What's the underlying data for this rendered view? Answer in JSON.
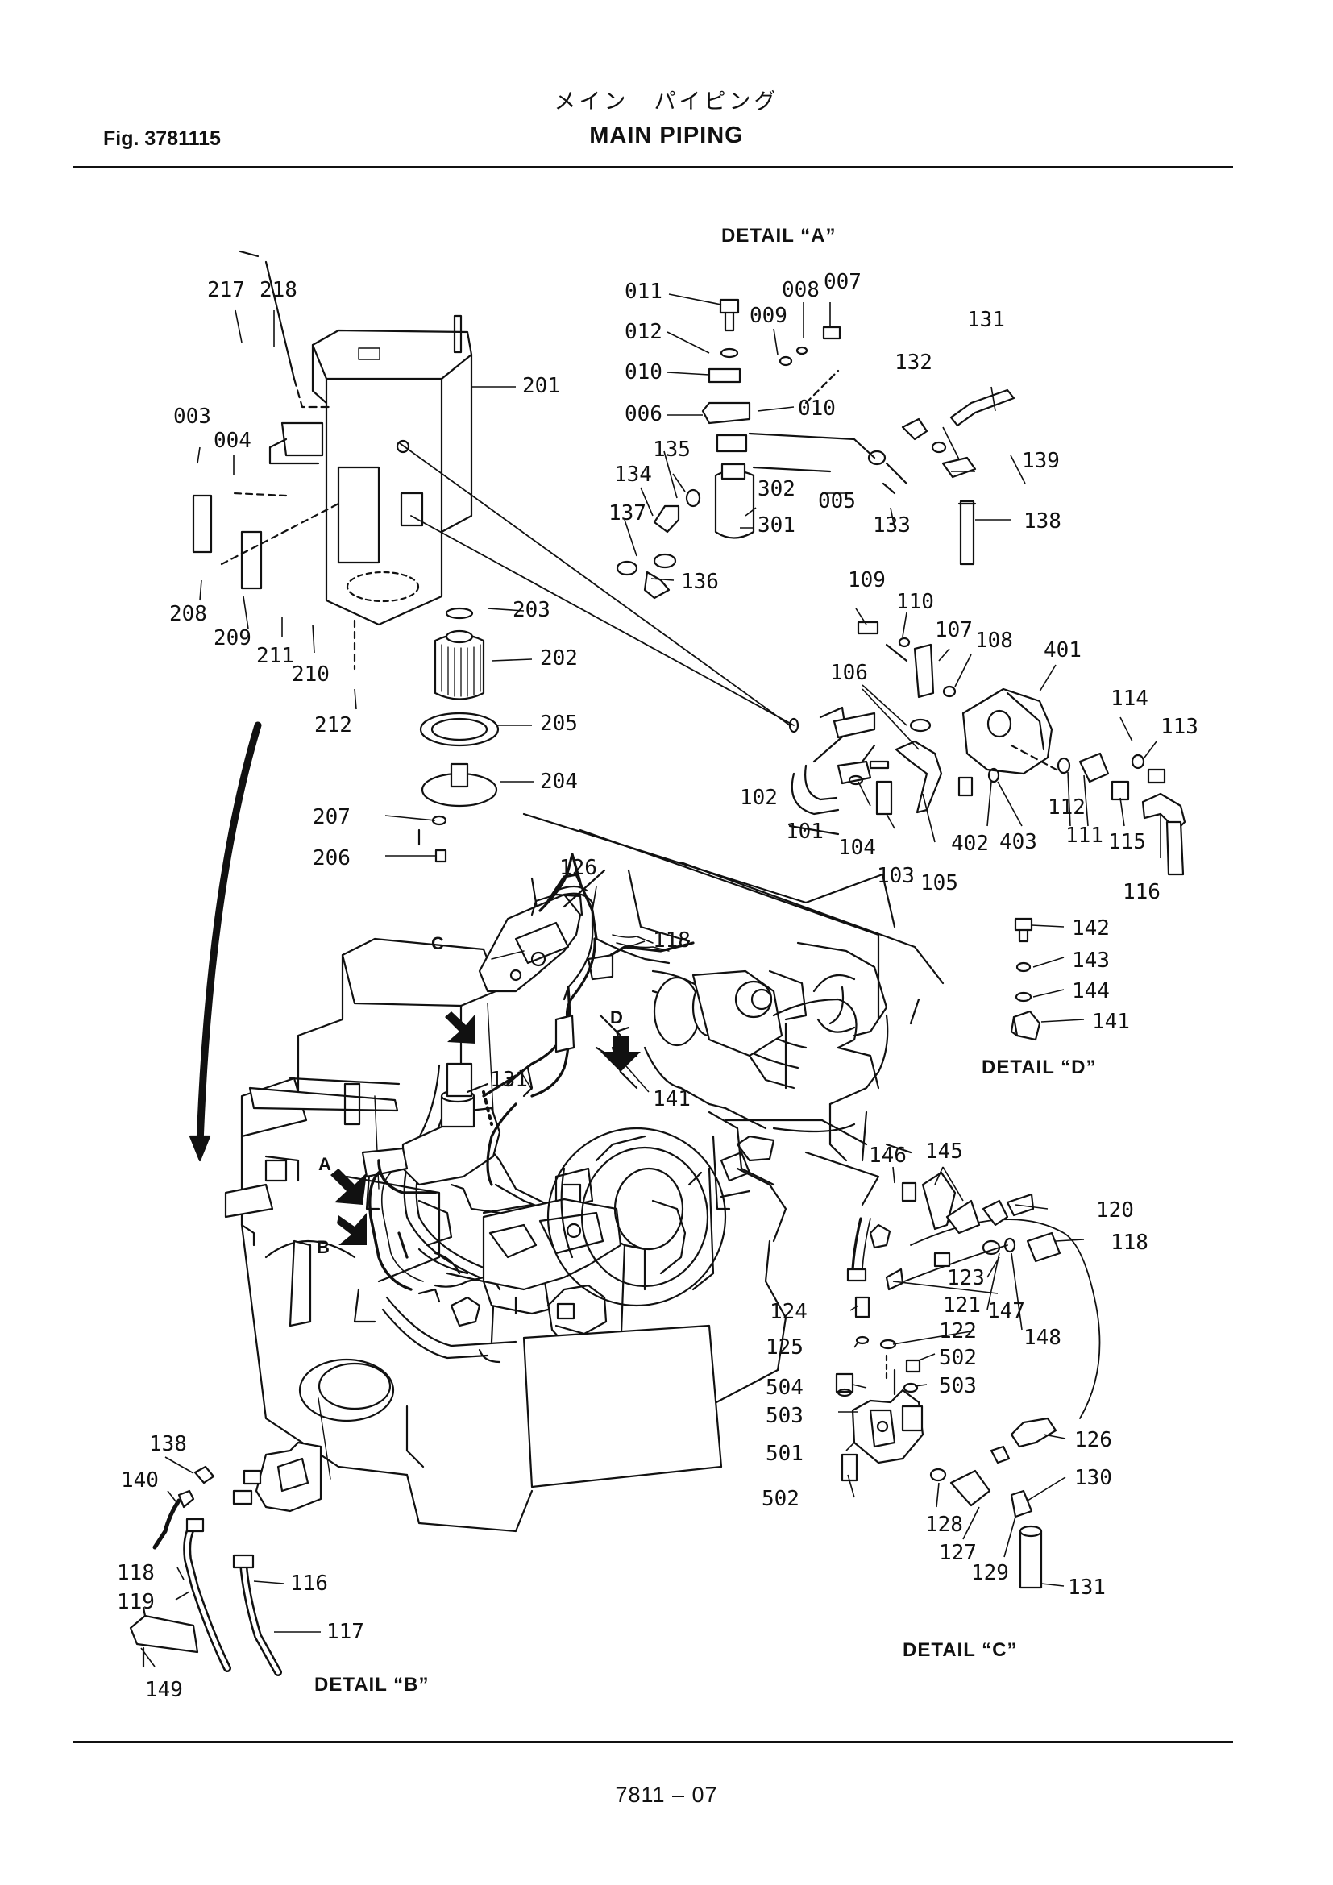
{
  "header": {
    "title_jp": "メイン　パイピング",
    "title_en": "MAIN  PIPING",
    "figure_number": "Fig.  3781115"
  },
  "footer": {
    "page_number": "7811 – 07"
  },
  "detail_labels": {
    "a": "DETAIL  “A”",
    "b": "DETAIL  “B”",
    "c": "DETAIL  “C”",
    "d": "DETAIL  “D”"
  },
  "view_markers": [
    "A",
    "B",
    "C",
    "D"
  ],
  "part_labels": {
    "main_view": [
      "126",
      "118",
      "131",
      "141"
    ],
    "tank": [
      "217",
      "218",
      "201",
      "003",
      "004",
      "208",
      "209",
      "211",
      "210",
      "212",
      "203",
      "202",
      "205",
      "204",
      "207",
      "206"
    ],
    "detail_a": [
      "011",
      "012",
      "010",
      "006",
      "010",
      "009",
      "008",
      "007",
      "135",
      "134",
      "137",
      "136",
      "302",
      "301",
      "005",
      "133",
      "132",
      "131",
      "139",
      "138"
    ],
    "pump_group": [
      "109",
      "110",
      "107",
      "108",
      "401",
      "106",
      "114",
      "113",
      "102",
      "101",
      "104",
      "103",
      "105",
      "402",
      "403",
      "112",
      "111",
      "115",
      "116"
    ],
    "detail_d": [
      "142",
      "143",
      "144",
      "141"
    ],
    "detail_c": [
      "146",
      "145",
      "120",
      "118",
      "123",
      "121",
      "147",
      "148",
      "124",
      "122",
      "125",
      "502",
      "503",
      "504",
      "503",
      "501",
      "126",
      "130",
      "502",
      "128",
      "127",
      "129",
      "131"
    ],
    "detail_b": [
      "138",
      "140",
      "118",
      "119",
      "116",
      "117",
      "149"
    ]
  }
}
